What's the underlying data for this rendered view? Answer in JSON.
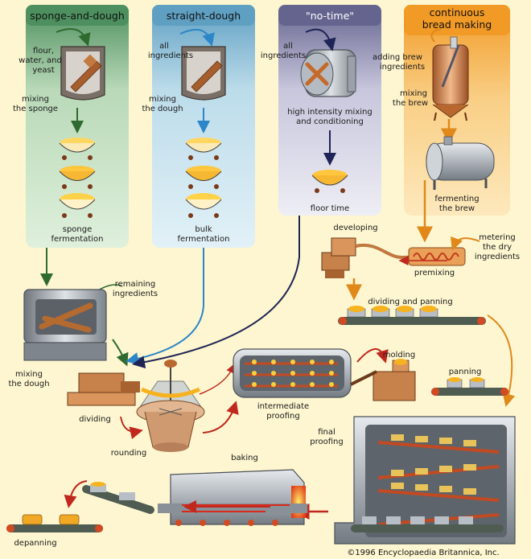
{
  "columns": {
    "sponge": "sponge-and-dough",
    "straight": "straight-dough",
    "notime": "\"no-time\"",
    "continuous": [
      "continuous",
      "bread making"
    ]
  },
  "labels": {
    "flour_water_yeast": [
      "flour,",
      "water, and",
      "yeast"
    ],
    "mixing_sponge": [
      "mixing",
      "the sponge"
    ],
    "sponge_fermentation": [
      "sponge",
      "fermentation"
    ],
    "all_ingredients_1": [
      "all",
      "ingredients"
    ],
    "mixing_dough_1": [
      "mixing",
      "the dough"
    ],
    "bulk_fermentation": [
      "bulk",
      "fermentation"
    ],
    "all_ingredients_2": [
      "all",
      "ingredients"
    ],
    "high_intensity": [
      "high intensity mixing",
      "and conditioning"
    ],
    "floor_time": "floor time",
    "adding_brew": [
      "adding brew",
      "ingredients"
    ],
    "mixing_brew": [
      "mixing",
      "the brew"
    ],
    "fermenting_brew": [
      "fermenting",
      "the brew"
    ],
    "developing": "developing",
    "metering": [
      "metering",
      "the dry",
      "ingredients"
    ],
    "premixing": "premixing",
    "remaining": [
      "remaining",
      "ingredients"
    ],
    "dividing_panning": "dividing and panning",
    "mixing_dough_2": [
      "mixing",
      "the dough"
    ],
    "dividing": "dividing",
    "rounding": "rounding",
    "intermediate": [
      "intermediate",
      "proofing"
    ],
    "molding": "molding",
    "panning": "panning",
    "final_proofing": [
      "final",
      "proofing"
    ],
    "baking": "baking",
    "depanning": "depanning"
  },
  "copyright": "©1996 Encyclopaedia Britannica, Inc.",
  "colors": {
    "background": "#fdf6d0",
    "sponge_col": "#5a9a6a",
    "straight_col": "#6fa9c9",
    "notime_col": "#6f6e9a",
    "continuous_col": "#f0a030",
    "arrow_green": "#2f6b2f",
    "arrow_blue": "#2c86c7",
    "arrow_navy": "#1f2456",
    "arrow_orange": "#e0881a",
    "arrow_red": "#c0281e",
    "steel": "#8d939a",
    "wood": "#b97a4a"
  }
}
